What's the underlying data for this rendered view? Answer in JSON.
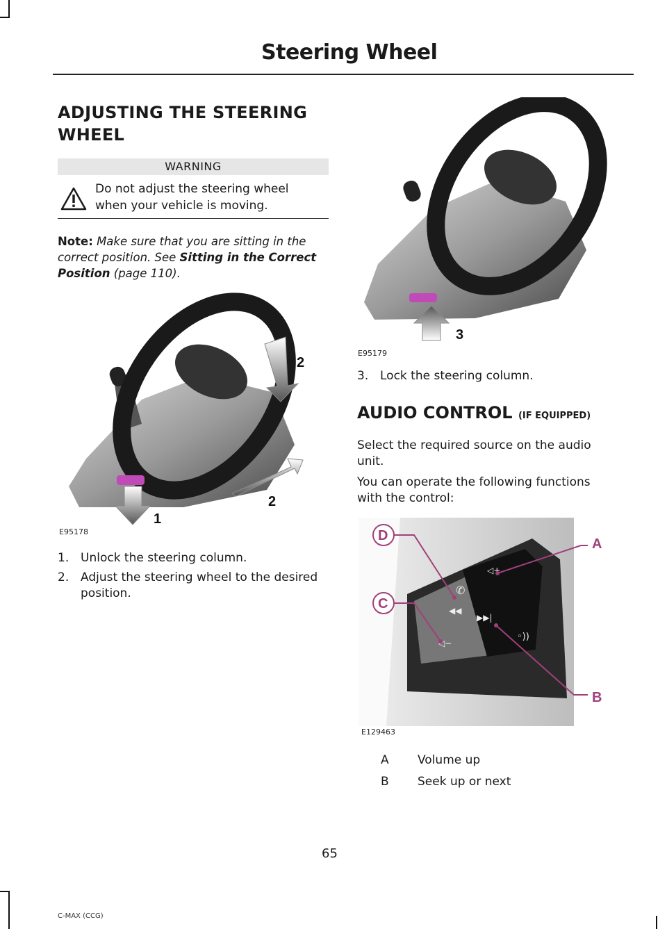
{
  "header": {
    "title": "Steering Wheel"
  },
  "section1": {
    "heading_line1": "ADJUSTING THE STEERING",
    "heading_line2": "WHEEL",
    "warning": {
      "label": "WARNING",
      "text_line1": "Do not adjust the steering wheel",
      "text_line2": "when your vehicle is moving."
    },
    "note": {
      "label": "Note:",
      "text_a": " Make sure that you are sitting in the",
      "text_b": "correct position.  See ",
      "link_a": "Sitting in the Correct",
      "link_b": "Position",
      "page_ref": " (page 110)."
    },
    "figure1": {
      "id": "E95178",
      "callout_1": "1",
      "callout_2a": "2",
      "callout_2b": "2"
    },
    "steps": [
      {
        "num": "1.",
        "text": "Unlock the steering column."
      },
      {
        "num": "2.",
        "text_line1": "Adjust the steering wheel to the desired",
        "text_line2": "position."
      }
    ]
  },
  "right_col": {
    "figure2": {
      "id": "E95179",
      "callout_3": "3"
    },
    "step3": {
      "num": "3.",
      "text": "Lock the steering column."
    },
    "section2": {
      "heading": "AUDIO CONTROL",
      "heading_suffix": "(IF EQUIPPED)",
      "para1_line1": "Select the required source on the audio",
      "para1_line2": "unit.",
      "para2_line1": "You can operate the following functions",
      "para2_line2": "with the control:"
    },
    "figure3": {
      "id": "E129463",
      "callout_a": "A",
      "callout_b": "B",
      "callout_c": "C",
      "callout_d": "D",
      "accent_color": "#a0407a"
    },
    "definitions": [
      {
        "key": "A",
        "value": "Volume up"
      },
      {
        "key": "B",
        "value": "Seek up or next"
      }
    ]
  },
  "footer": {
    "page_number": "65",
    "model": "C-MAX (CCG)"
  }
}
